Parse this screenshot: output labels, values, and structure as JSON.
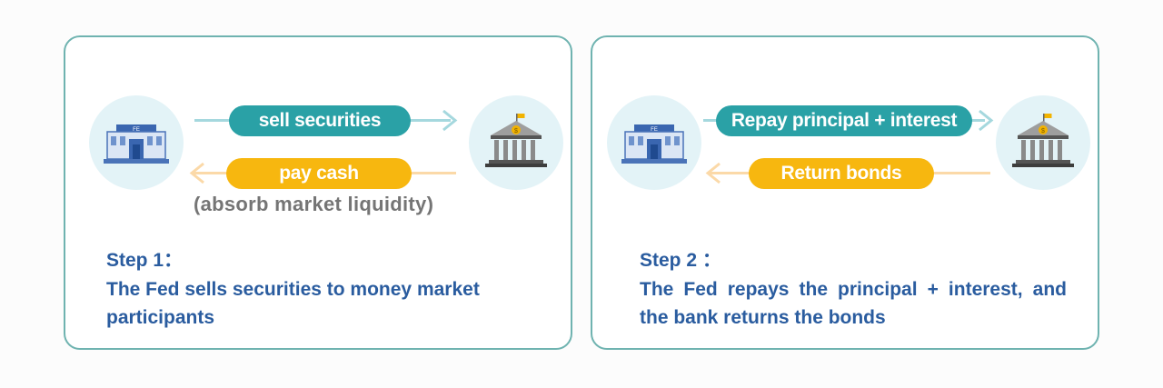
{
  "colors": {
    "panel_border": "#6fb3b0",
    "teal_pill": "#2aa1a6",
    "orange_pill": "#f7b70f",
    "teal_arrow": "#a5d8de",
    "orange_arrow": "#fbd9a8",
    "circle_bg": "#e3f3f7",
    "step_text": "#2a5c9f",
    "note_text": "#757575"
  },
  "panel1": {
    "top_pill": "sell securities",
    "bottom_pill": "pay cash",
    "note": "(absorb market liquidity)",
    "step_title": "Step 1：",
    "step_desc": "The Fed sells securities to money market participants",
    "left_icon": "fed-building-icon",
    "left_icon_label": "FE",
    "right_icon": "bank-icon"
  },
  "panel2": {
    "top_pill": "Repay principal + interest",
    "bottom_pill": "Return bonds",
    "step_title": "Step 2 ：",
    "step_desc": "The Fed repays the principal + interest, and the bank returns the bonds",
    "left_icon": "fed-building-icon",
    "left_icon_label": "FE",
    "right_icon": "bank-icon"
  }
}
